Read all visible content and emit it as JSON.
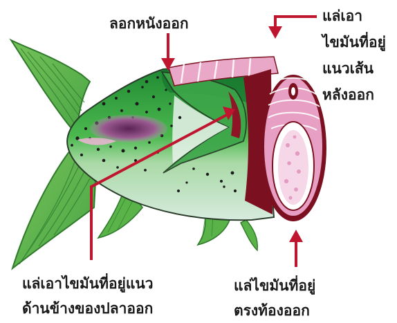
{
  "labels": {
    "remove_skin": "ลอกหนังออก",
    "back_fat": [
      "แล่เอา",
      "ไขมันที่อยู่",
      "แนวเส้น",
      "หลังออก"
    ],
    "side_fat": [
      "แล่เอาไขมันที่อยู่แนว",
      "ด้านข้างของปลาออก"
    ],
    "belly_fat": [
      "แล่ไขมันที่อยู่",
      "ตรงท้องออก"
    ]
  },
  "icons": {
    "fish": "fish-cross-section-illustration",
    "arrow": "red-pointer-arrow"
  },
  "colors": {
    "fin_green": "#5ab348",
    "body_green": "#2f9b3a",
    "belly_pale": "#cfe4d6",
    "flesh_pink": "#e8a7c6",
    "dark_red": "#7a1020",
    "arrow_red": "#c0152f",
    "spot": "#1b1b1b",
    "bruise_purple": "#7a3f74"
  }
}
